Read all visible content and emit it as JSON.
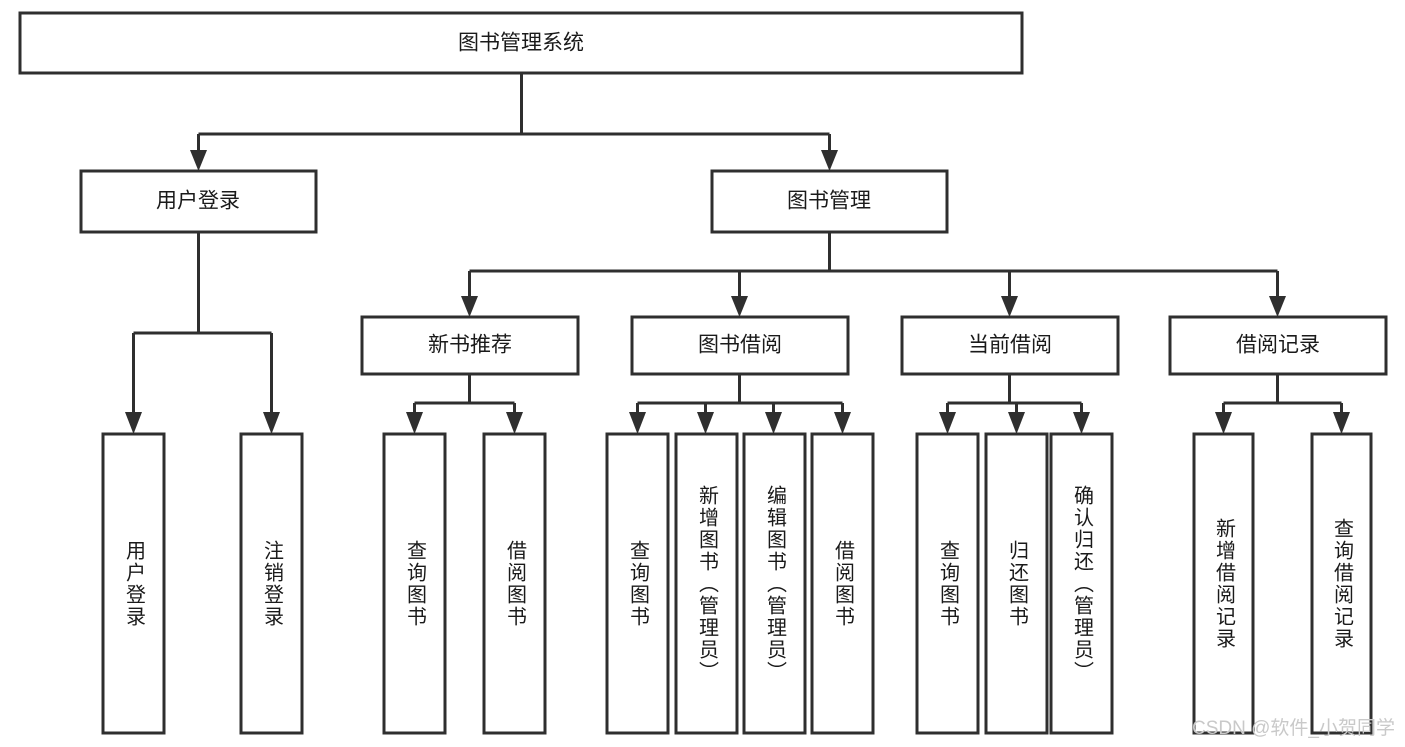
{
  "diagram": {
    "title_node": {
      "label": "图书管理系统"
    },
    "type": "tree-hierarchy",
    "colors": {
      "box_stroke": "#2f2f2f",
      "box_fill": "#ffffff",
      "text": "#1a1a1a",
      "background": "#ffffff",
      "watermark": "#c9c9c9"
    },
    "level2": [
      {
        "label": "用户登录"
      },
      {
        "label": "图书管理"
      }
    ],
    "level3": [
      {
        "label": "新书推荐"
      },
      {
        "label": "图书借阅"
      },
      {
        "label": "当前借阅"
      },
      {
        "label": "借阅记录"
      }
    ],
    "leaves": {
      "user_login": [
        {
          "label": "用户登录"
        },
        {
          "label": "注销登录"
        }
      ],
      "new_book_recommend": [
        {
          "label": "查询图书"
        },
        {
          "label": "借阅图书"
        }
      ],
      "book_borrow": [
        {
          "label": "查询图书"
        },
        {
          "label": "新增图书（管理员）"
        },
        {
          "label": "编辑图书（管理员）"
        },
        {
          "label": "借阅图书"
        }
      ],
      "current_borrow": [
        {
          "label": "查询图书"
        },
        {
          "label": "归还图书"
        },
        {
          "label": "确认归还（管理员）"
        }
      ],
      "borrow_record": [
        {
          "label": "新增借阅记录"
        },
        {
          "label": "查询借阅记录"
        }
      ]
    }
  },
  "watermark": {
    "text": "CSDN @软件_小贺同学"
  }
}
